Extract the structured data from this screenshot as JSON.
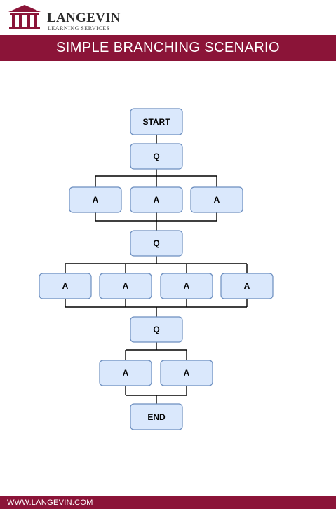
{
  "header": {
    "logo_name": "LANGEVIN",
    "logo_sub": "LEARNING SERVICES",
    "title": "SIMPLE BRANCHING SCENARIO"
  },
  "diagram": {
    "nodes": {
      "start": "START",
      "q1": "Q",
      "a1": [
        "A",
        "A",
        "A"
      ],
      "q2": "Q",
      "a2": [
        "A",
        "A",
        "A",
        "A"
      ],
      "q3": "Q",
      "a3": [
        "A",
        "A"
      ],
      "end": "END"
    }
  },
  "footer": {
    "url": "WWW.LANGEVIN.COM"
  },
  "colors": {
    "brand": "#8b1438",
    "node_fill": "#dae8fc",
    "node_stroke": "#6c8ebf",
    "connector": "#000000"
  }
}
